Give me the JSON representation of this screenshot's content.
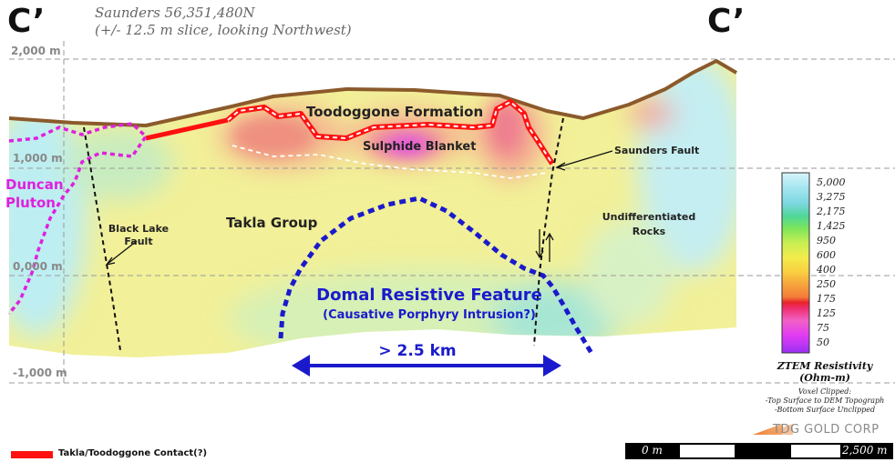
{
  "section": {
    "left_label": "C’",
    "right_label": "C’",
    "subtitle_line1": "Saunders  56,351,480N",
    "subtitle_line2": "(+/- 12.5 m slice, looking Northwest)"
  },
  "elevations": [
    "2,000 m",
    "1,000 m",
    "0,000 m",
    "-1,000 m"
  ],
  "units": {
    "toodoggone": "Toodoggone Formation",
    "sulphide": "Sulphide Blanket",
    "takla": "Takla Group",
    "duncan_line1": "Duncan",
    "duncan_line2": "Pluton",
    "undiff_line1": "Undifferentiated",
    "undiff_line2": "Rocks",
    "black_lake_line1": "Black Lake",
    "black_lake_line2": "Fault",
    "saunders_fault": "Saunders Fault"
  },
  "feature": {
    "title": "Domal Resistive Feature",
    "subtitle": "(Causative Porphyry Intrusion?)",
    "width_label": "> 2.5 km"
  },
  "colorbar": {
    "ticks": [
      "5,000",
      "3,275",
      "2,175",
      "1,425",
      "950",
      "600",
      "400",
      "250",
      "175",
      "125",
      "75",
      "50"
    ],
    "colors": [
      "#c9f0f6",
      "#8edbe8",
      "#66dca8",
      "#9ee66a",
      "#dbf25a",
      "#f6e94e",
      "#f7c640",
      "#f39a42",
      "#e8222a",
      "#f261b6",
      "#ea3cf0",
      "#9a30f4"
    ],
    "title_line1": "ZTEM Resistivity",
    "title_line2": "(Ohm-m)",
    "note_line1": "Voxel Clipped:",
    "note_line2": "-Top Surface to DEM Topograph",
    "note_line3": "-Bottom Surface Unclipped"
  },
  "logo": {
    "text": "TDG GOLD CORP"
  },
  "legend": {
    "contact_label": "Takla/Toodoggone Contact(?)",
    "contact_color": "#ff1010"
  },
  "scalebar": {
    "start": "0 m",
    "end": "2,500 m"
  },
  "colors": {
    "topo": "#8b5a2b",
    "domal_outline": "#1a1acc",
    "width_arrow": "#1a1acc",
    "duncan": "#e020e0",
    "feature_text": "#1a1acc"
  }
}
